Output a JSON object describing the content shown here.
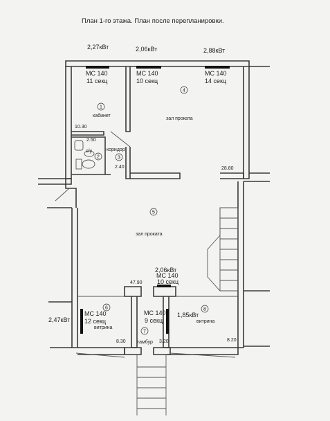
{
  "title": "План 1-го этажа. План после перепланировки.",
  "power_labels": [
    "2,27кВт",
    "2,06кВт",
    "2,88кВт",
    "2,06кВт",
    "2,47кВт",
    "1,85кВт"
  ],
  "heaters": [
    {
      "model": "МС 140",
      "sections": "11 секц"
    },
    {
      "model": "МС 140",
      "sections": "10 секц"
    },
    {
      "model": "МС 140",
      "sections": "14 секц"
    },
    {
      "model": "МС 140",
      "sections": "10 секц"
    },
    {
      "model": "МС 140",
      "sections": "12 секц"
    },
    {
      "model": "МС 140",
      "sections": "9 секц"
    }
  ],
  "rooms": [
    {
      "number": "1",
      "name": "кабинет",
      "area": "10.30"
    },
    {
      "number": "2",
      "name": "с/у",
      "area": "2.50"
    },
    {
      "number": "3",
      "name": "коридор",
      "area": "2.40"
    },
    {
      "number": "4",
      "name": "зал проката",
      "area": "28.80"
    },
    {
      "number": "5",
      "name": "зал проката",
      "area": "47.90"
    },
    {
      "number": "6",
      "name": "витрина",
      "area": "8.30"
    },
    {
      "number": "7",
      "name": "тамбур",
      "area": "3.20"
    },
    {
      "number": "8",
      "name": "витрина",
      "area": "8.20"
    }
  ]
}
